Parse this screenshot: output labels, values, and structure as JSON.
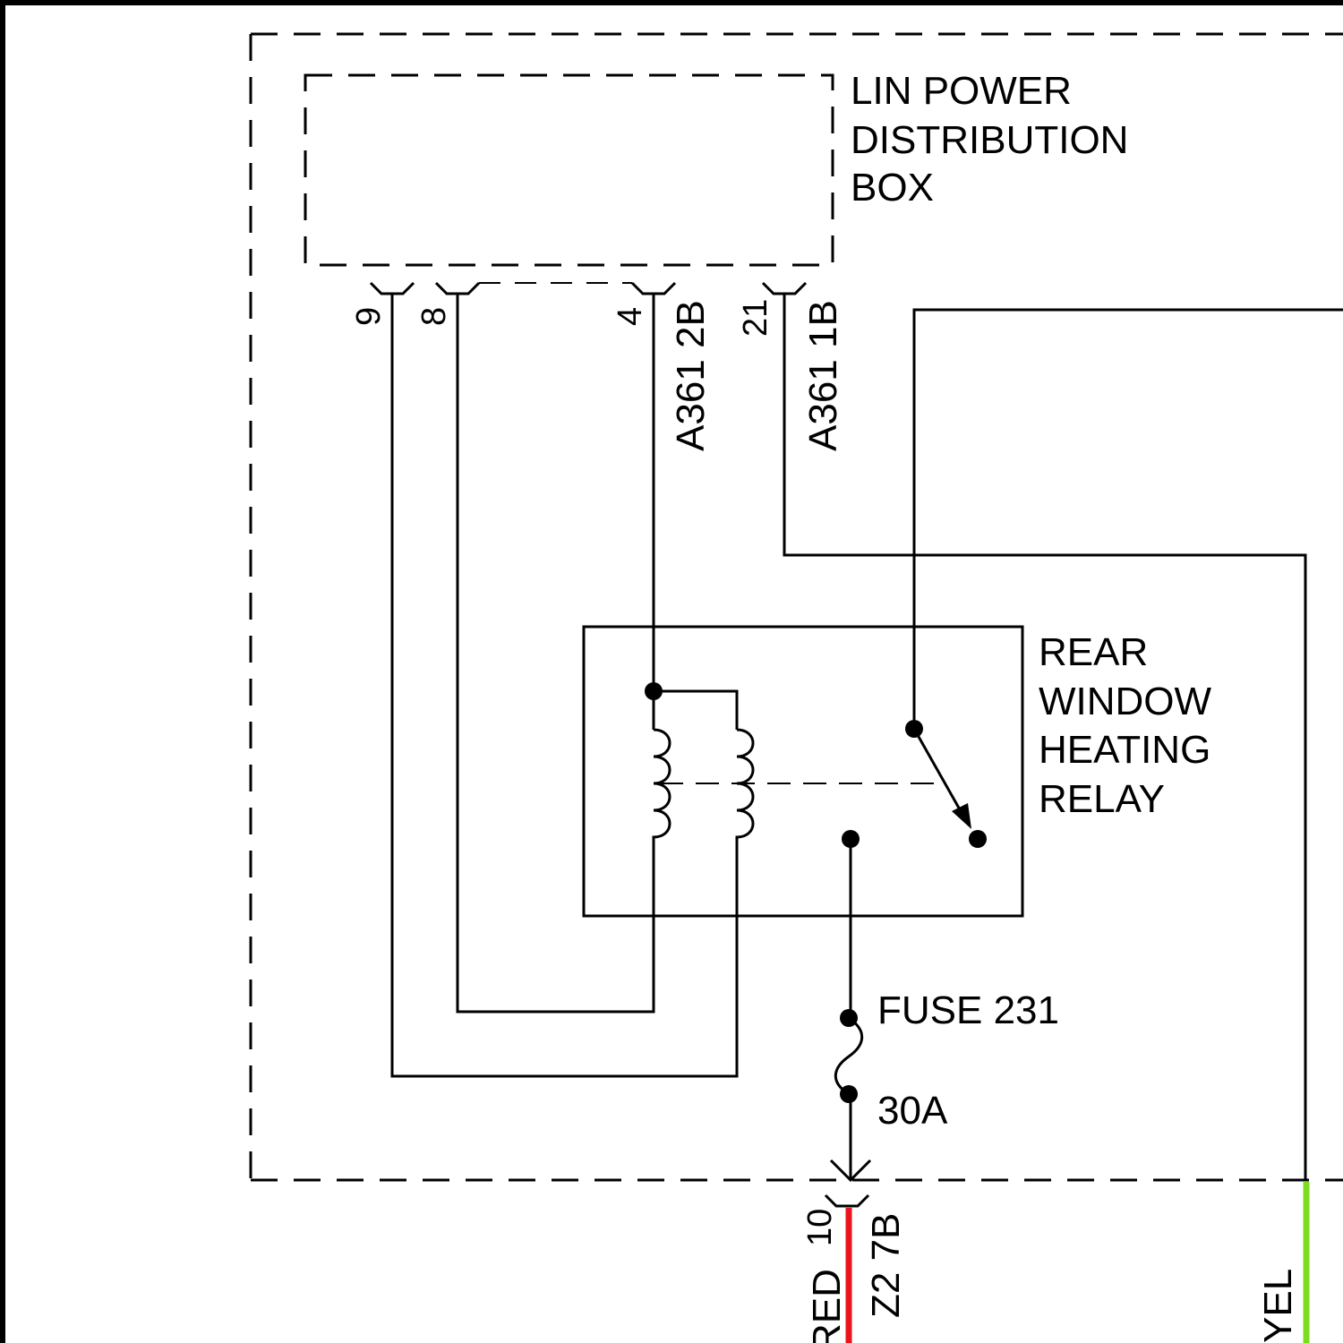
{
  "labels": {
    "module_name_lines": [
      "LIN POWER",
      "DISTRIBUTION",
      "BOX"
    ],
    "relay_name_lines": [
      "REAR",
      "WINDOW",
      "HEATING",
      "RELAY"
    ],
    "fuse_name": "FUSE 231",
    "fuse_rating": "30A"
  },
  "pins": {
    "p9": "9",
    "p8": "8",
    "p4": "4",
    "p21": "21",
    "p10": "10"
  },
  "connectors": {
    "c_2b": "A361 2B",
    "c_1b": "A361 1B",
    "c_7b": "Z2 7B"
  },
  "wires": {
    "red_label": "RED",
    "yel_label": "YEL"
  },
  "colors": {
    "wire_red": "#e8141e",
    "wire_green_yellow": "#7cdc1e",
    "line": "#000000"
  }
}
